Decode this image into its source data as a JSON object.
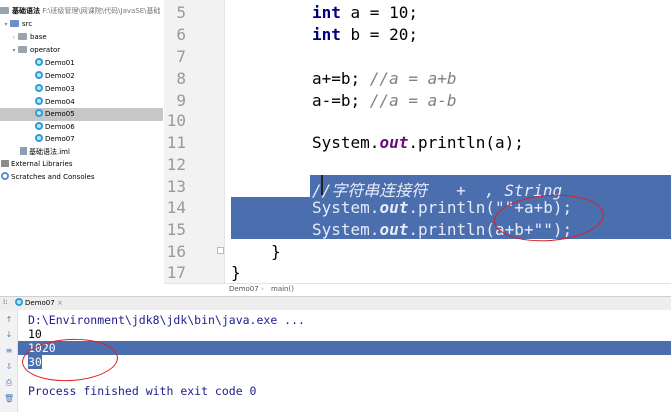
{
  "project_tree": {
    "root": {
      "name": "基础语法",
      "path": "F:\\班级管理\\网课院\\代码\\JavaSE\\基础"
    },
    "items": [
      {
        "label": "src",
        "kind": "folder",
        "depth": 1
      },
      {
        "label": "base",
        "kind": "folder",
        "depth": 2
      },
      {
        "label": "operator",
        "kind": "folder",
        "depth": 2
      },
      {
        "label": "Demo01",
        "kind": "class",
        "depth": 3
      },
      {
        "label": "Demo02",
        "kind": "class",
        "depth": 3
      },
      {
        "label": "Demo03",
        "kind": "class",
        "depth": 3
      },
      {
        "label": "Demo04",
        "kind": "class",
        "depth": 3
      },
      {
        "label": "Demo05",
        "kind": "class",
        "depth": 3,
        "selected": true
      },
      {
        "label": "Demo06",
        "kind": "class",
        "depth": 3
      },
      {
        "label": "Demo07",
        "kind": "class",
        "depth": 3
      },
      {
        "label": "基础语法.iml",
        "kind": "iml",
        "depth": 1
      },
      {
        "label": "External Libraries",
        "kind": "lib",
        "depth": 0
      },
      {
        "label": "Scratches and Consoles",
        "kind": "scratch",
        "depth": 0
      }
    ]
  },
  "editor": {
    "line_numbers": [
      "5",
      "6",
      "7",
      "8",
      "9",
      "10",
      "11",
      "12",
      "13",
      "14",
      "15",
      "16",
      "17"
    ],
    "lines": {
      "l5_kw": "int",
      "l5_rest": " a = 10;",
      "l6_kw": "int",
      "l6_rest": " b = 20;",
      "l8_code": "a+=b; ",
      "l8_comment": "//a = a+b",
      "l9_code": "a-=b; ",
      "l9_comment": "//a = a-b",
      "l11_pre": "System.",
      "l11_it": "out",
      "l11_post": ".println(a);",
      "l13_comment": "//字符串连接符   +  , String",
      "l14_pre": "System.",
      "l14_it": "out",
      "l14_post": ".println(\"\"+a+b);",
      "l15_pre": "System.",
      "l15_it": "out",
      "l15_post": ".println(a+b+\"\");",
      "l16": "}",
      "l17": "}"
    },
    "breadcrumb": [
      "Demo07",
      "main()"
    ]
  },
  "run_panel": {
    "tab_label": "Demo07",
    "console": {
      "command": "D:\\Environment\\jdk8\\jdk\\bin\\java.exe ...",
      "out1": "10",
      "out2": "1020",
      "out3": "30",
      "exit": "Process finished with exit code 0"
    }
  },
  "colors": {
    "selection": "#4b6eaf",
    "annotation": "#e01e1e",
    "keyword": "#000080",
    "comment": "#808080"
  }
}
